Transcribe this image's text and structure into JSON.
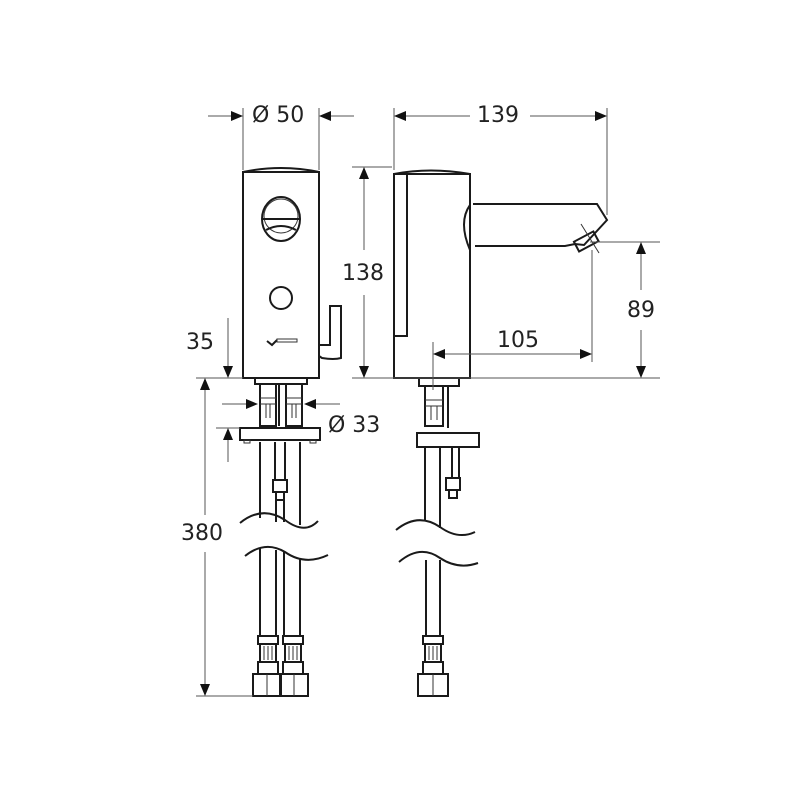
{
  "diagram": {
    "subject": "Electronic basin tap, technical dimension drawing",
    "views": [
      "front-view",
      "side-view"
    ],
    "dimensions": {
      "body_diameter": "Ø 50",
      "overall_depth": "139",
      "body_height": "138",
      "spout_height": "89",
      "spout_projection": "105",
      "shank_offset": "35",
      "fixing_diameter": "Ø 33",
      "hose_length": "380"
    },
    "colors": {
      "line": "#1a1a1a",
      "dimension_line": "#555555",
      "background": "#ffffff"
    }
  }
}
